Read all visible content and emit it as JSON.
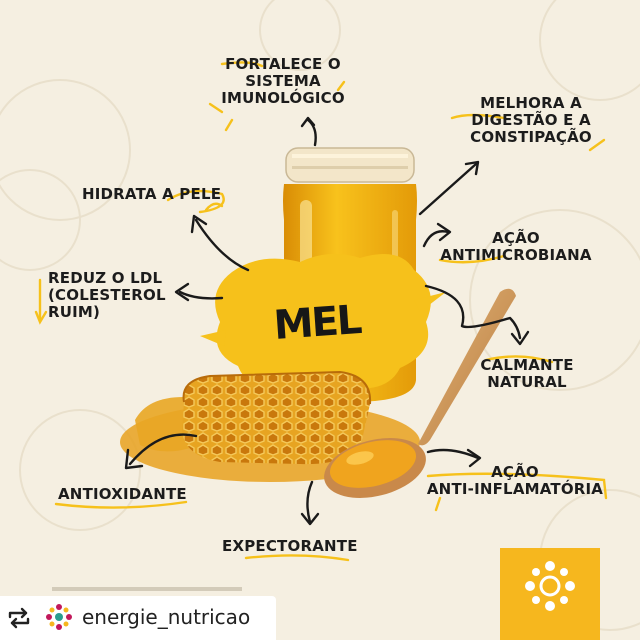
{
  "center_title": "MEL",
  "benefits": {
    "imune": "FORTALECE O\nSISTEMA\nIMUNOLÓGICO",
    "digestao": "MELHORA A\nDIGESTÃO E A\nCONSTIPAÇÃO",
    "pele": "HIDRATA A PELE",
    "antimicrobiana": "AÇÃO\nANTIMICROBIANA",
    "ldl": "REDUZ O LDL\n(COLESTEROL\nRUIM)",
    "calmante": "CALMANTE\nNATURAL",
    "antioxidante": "ANTIOXIDANTE",
    "antiinflamatoria": "AÇÃO\nANTI-INFLAMATÓRIA",
    "expectorante": "EXPECTORANTE"
  },
  "footer": {
    "handle": "energie_nutricao"
  },
  "colors": {
    "background": "#f5efe1",
    "accent_yellow": "#f6c11b",
    "logo_box": "#f6b71e",
    "text": "#1c1c1c",
    "brand_magenta": "#c2185b"
  },
  "icons": [
    "repost-icon",
    "brand-logo-icon",
    "arrow-icon"
  ]
}
